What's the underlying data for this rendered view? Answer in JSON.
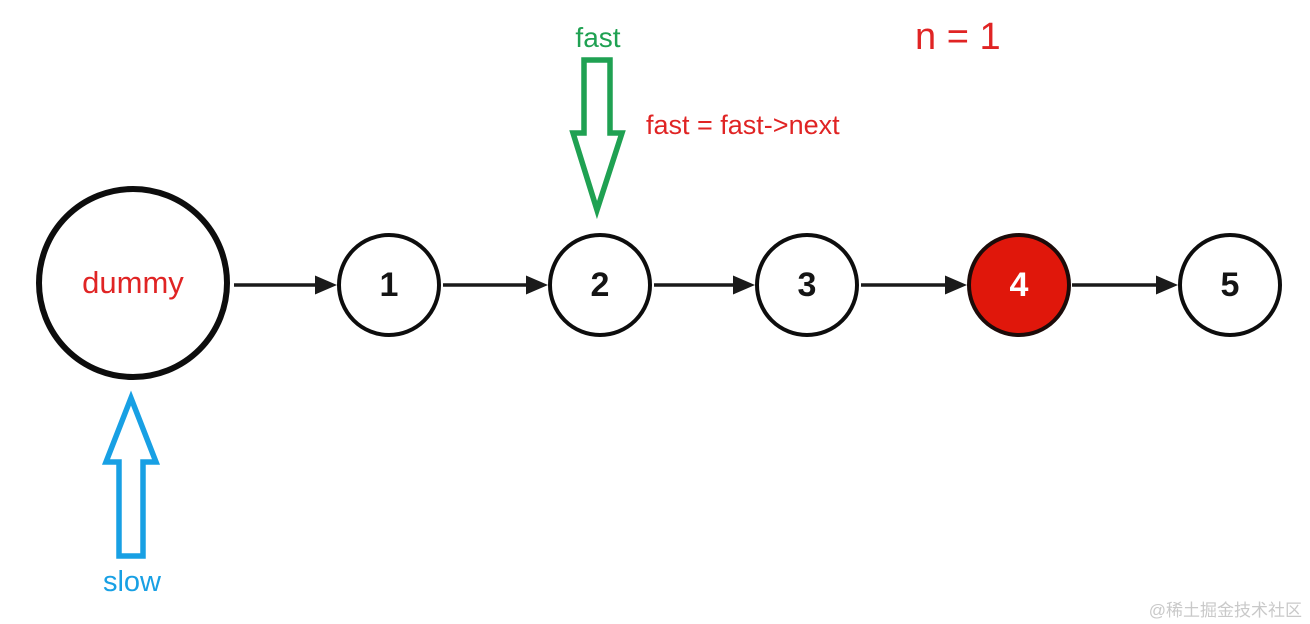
{
  "colors": {
    "red": "#e02424",
    "node-red": "#e0170b",
    "green": "#1fa152",
    "blue": "#18a0e4",
    "ink": "#1a1a1a",
    "watermark": "#c9c9c9"
  },
  "annotations": {
    "fast_label": "fast",
    "fast_expression": "fast = fast->next",
    "n_value": "n = 1",
    "slow_label": "slow"
  },
  "list": {
    "nodes": [
      {
        "label": "dummy",
        "highlighted": false
      },
      {
        "label": "1",
        "highlighted": false
      },
      {
        "label": "2",
        "highlighted": false
      },
      {
        "label": "3",
        "highlighted": false
      },
      {
        "label": "4",
        "highlighted": true
      },
      {
        "label": "5",
        "highlighted": false
      }
    ]
  },
  "watermark": "@稀土掘金技术社区"
}
